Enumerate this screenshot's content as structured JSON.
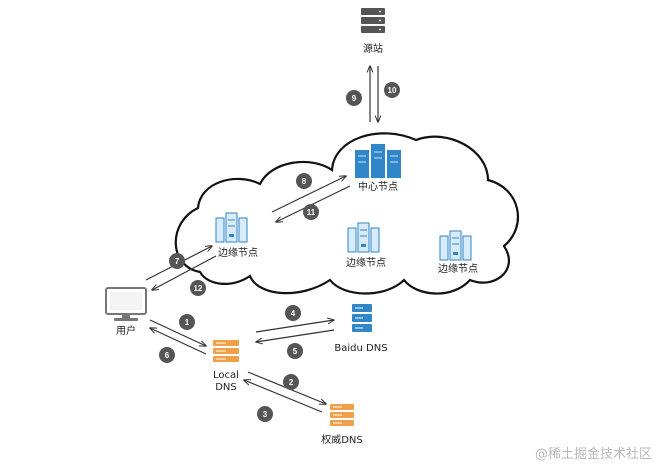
{
  "nodes": {
    "origin": "源站",
    "center": "中心节点",
    "edge_left": "边缘节点",
    "edge_mid": "边缘节点",
    "edge_right": "边缘节点",
    "user": "用户",
    "local_dns_line1": "Local",
    "local_dns_line2": "DNS",
    "baidu_dns": "Baidu DNS",
    "auth_dns": "权威DNS"
  },
  "steps": [
    "1",
    "2",
    "3",
    "4",
    "5",
    "6",
    "7",
    "8",
    "9",
    "10",
    "11",
    "12"
  ],
  "watermark": "@稀土掘金技术社区",
  "colors": {
    "server_blue": "#2f86c8",
    "server_light": "#d8ebf8",
    "dns_orange": "#f0a048",
    "step_badge": "#555555",
    "arrow": "#333333"
  }
}
